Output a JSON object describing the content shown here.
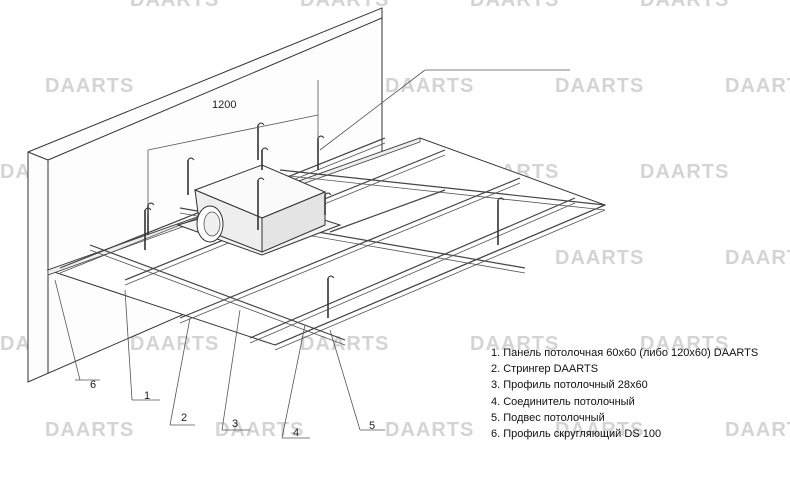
{
  "watermark": "DAARTS",
  "dimension_label": "1200",
  "callouts": [
    "1",
    "2",
    "3",
    "4",
    "5",
    "6"
  ],
  "legend": [
    "1. Панель потолочная 60x60 (либо 120x60) DAARTS",
    "2. Стрингер DAARTS",
    "3. Профиль потолочный 28x60",
    "4. Соединитель потолочный",
    "5. Подвес потолочный",
    "6. Профиль скругляющий DS 100"
  ]
}
